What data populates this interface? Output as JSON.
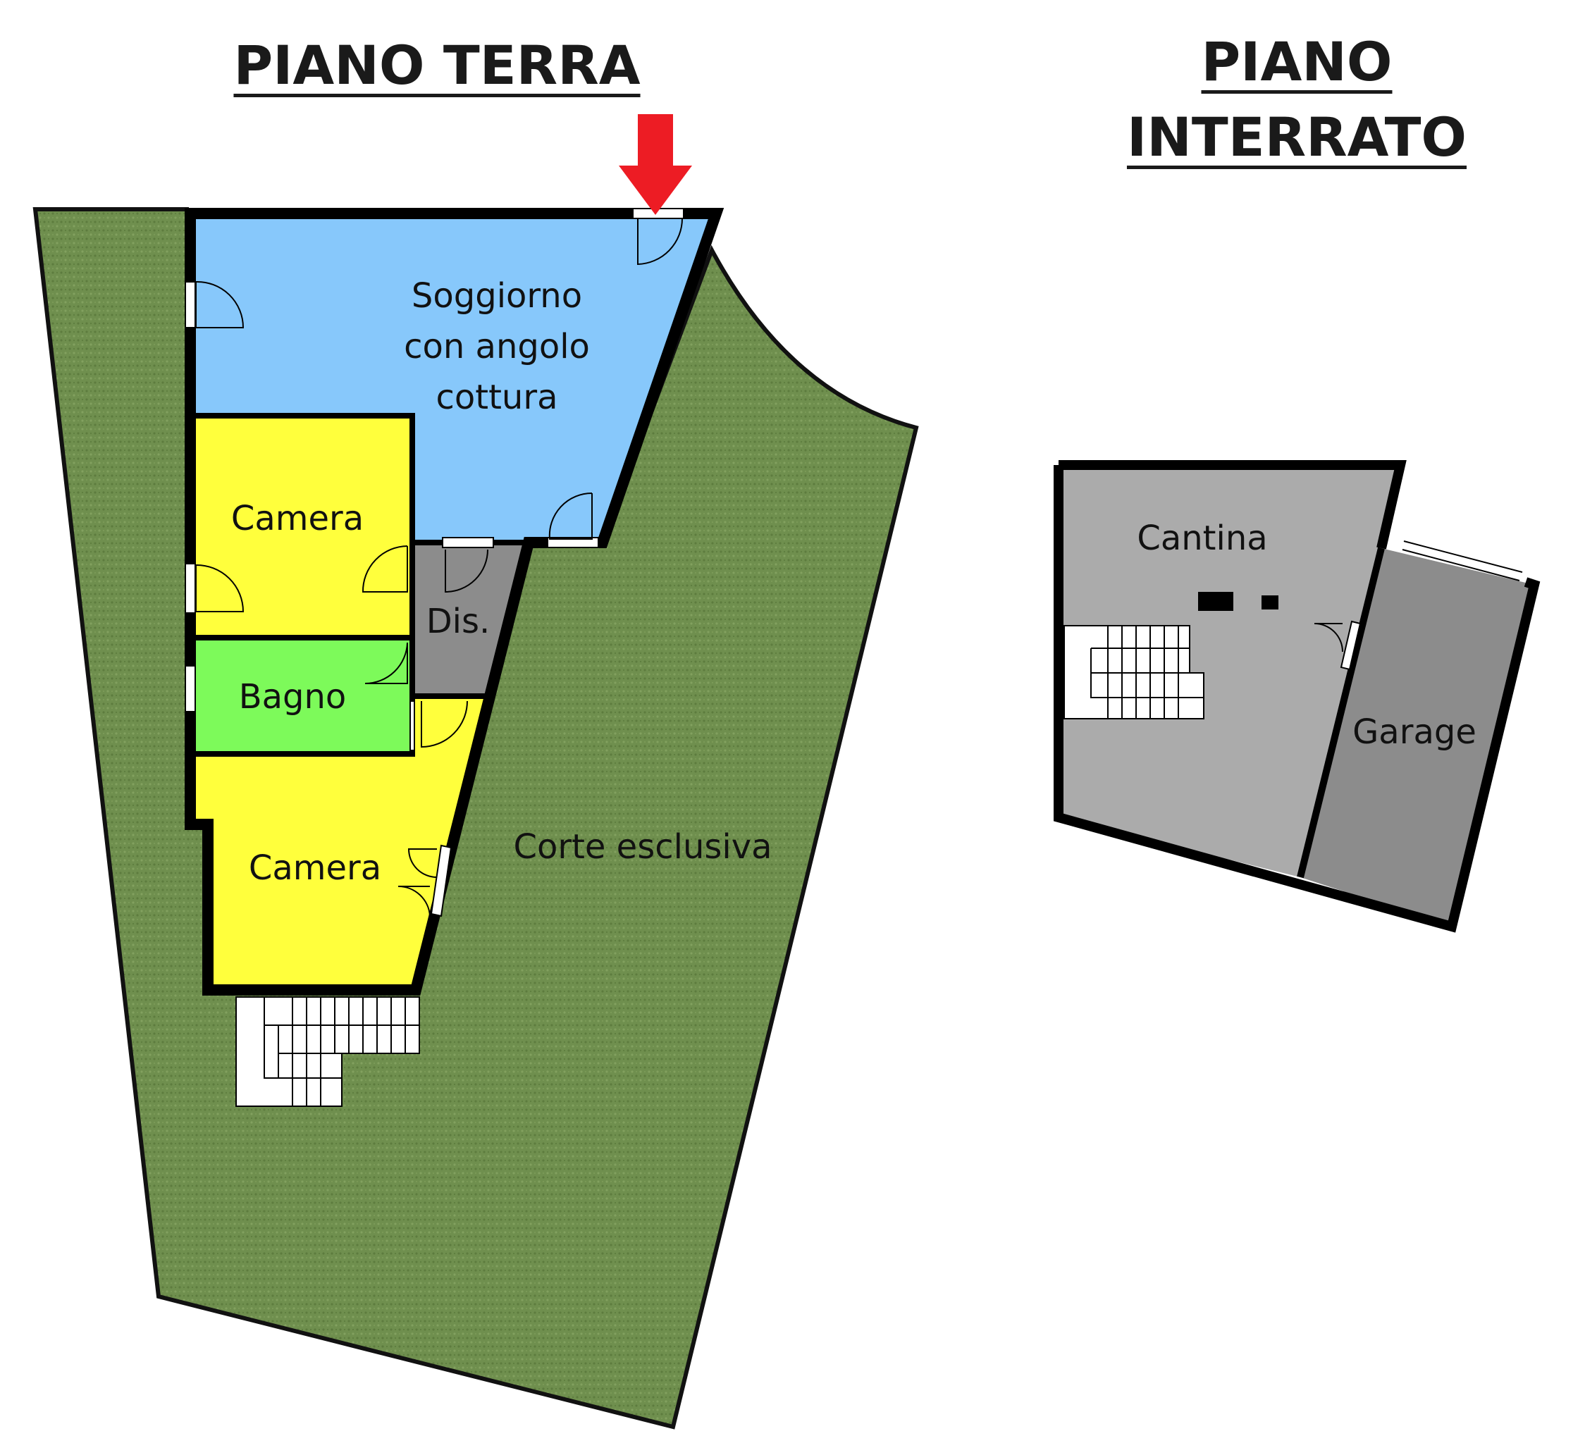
{
  "titles": {
    "ground_floor": "PIANO TERRA",
    "basement_line1": "PIANO",
    "basement_line2": "INTERRATO"
  },
  "rooms": {
    "soggiorno": [
      "Soggiorno",
      "con angolo",
      "cottura"
    ],
    "camera_top": "Camera",
    "dis": "Dis.",
    "bagno": "Bagno",
    "camera_bottom": "Camera",
    "corte": "Corte esclusiva",
    "cantina": "Cantina",
    "garage": "Garage"
  },
  "colors": {
    "soggiorno": "#87c8fb",
    "camera": "#ffff3c",
    "bagno": "#7dfa5a",
    "dis": "#8c8c8c",
    "corte": "#6f8f4e",
    "cantina": "#ababab",
    "garage": "#8c8c8c",
    "entrance_arrow": "#ed1c24"
  }
}
